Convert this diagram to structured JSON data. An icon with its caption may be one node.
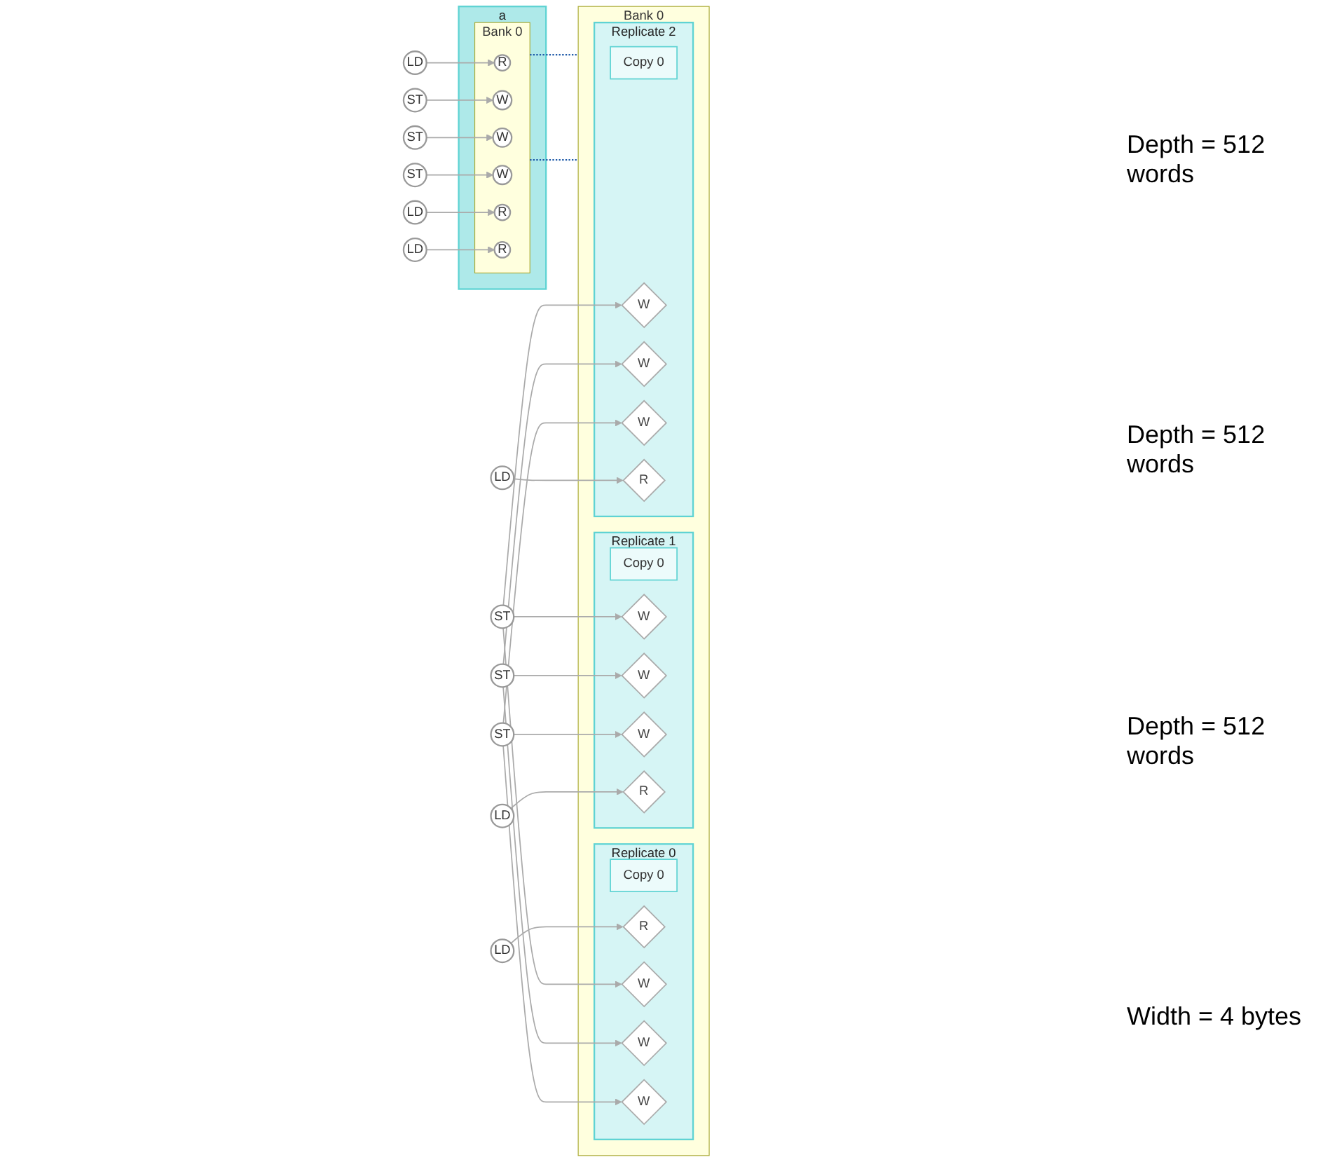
{
  "diagram": {
    "nodes": [
      {
        "text": [
          "a"
        ]
      },
      {
        "text": [
          "Bank 0"
        ],
        "in": 0
      },
      {
        "text": [
          "R"
        ],
        "in": 1
      },
      {
        "text": [
          "W"
        ],
        "in": 1
      },
      {
        "text": [
          "W"
        ],
        "in": 1
      },
      {
        "text": [
          "W"
        ],
        "in": 1
      },
      {
        "text": [
          "R"
        ],
        "in": 1
      },
      {
        "text": [
          "R"
        ],
        "in": 1
      },
      {
        "text": [
          "LD"
        ]
      },
      {
        "text": [
          "ST"
        ]
      },
      {
        "text": [
          "ST"
        ]
      },
      {
        "text": [
          "ST"
        ]
      },
      {
        "text": [
          "LD"
        ]
      },
      {
        "text": [
          "LD"
        ]
      },
      {
        "text": [
          "Bank 0"
        ]
      },
      {
        "text": [
          "Replicate 0"
        ],
        "in": 14
      },
      {
        "text": [
          "Copy 0"
        ],
        "in": 15
      },
      {
        "text": [
          "R"
        ],
        "in": 15
      },
      {
        "text": [
          "W"
        ],
        "in": 15
      },
      {
        "text": [
          "W"
        ],
        "in": 15
      },
      {
        "text": [
          "W"
        ],
        "in": 15
      },
      {
        "text": [
          "Replicate 1"
        ],
        "in": 14
      },
      {
        "text": [
          "Copy 0"
        ],
        "in": 21
      },
      {
        "text": [
          "W"
        ],
        "in": 21
      },
      {
        "text": [
          "W"
        ],
        "in": 21
      },
      {
        "text": [
          "W"
        ],
        "in": 21
      },
      {
        "text": [
          "R"
        ],
        "in": 21
      },
      {
        "text": [
          "Replicate 2"
        ],
        "in": 14
      },
      {
        "text": [
          "Copy 0"
        ],
        "in": 27
      },
      {
        "text": [
          "W"
        ],
        "in": 27
      },
      {
        "text": [
          "W"
        ],
        "in": 27
      },
      {
        "text": [
          "W"
        ],
        "in": 27
      },
      {
        "text": [
          "R"
        ],
        "in": 27
      },
      {
        "text": [
          "LD"
        ]
      },
      {
        "text": [
          "ST"
        ]
      },
      {
        "text": [
          "ST"
        ]
      },
      {
        "text": [
          "ST"
        ]
      },
      {
        "text": [
          "LD"
        ]
      },
      {
        "text": [
          "LD"
        ]
      }
    ],
    "edges": [
      {
        "from": 8,
        "to": 2,
        "arrow": "to"
      },
      {
        "from": 9,
        "to": 3,
        "arrow": "to"
      },
      {
        "from": 10,
        "to": 4,
        "arrow": "to"
      },
      {
        "from": 11,
        "to": 5,
        "arrow": "to"
      },
      {
        "from": 12,
        "to": 6,
        "arrow": "to"
      },
      {
        "from": 13,
        "to": 7,
        "arrow": "to"
      },
      {
        "from": 1,
        "to": 14,
        "arrow": "none",
        "style": "dashed",
        "color": "#1f5aa8"
      },
      {
        "from": 1,
        "to": 14,
        "arrow": "none",
        "style": "dashed",
        "color": "#1f5aa8"
      },
      {
        "from": 33,
        "to": 17,
        "arrow": "to"
      },
      {
        "from": 34,
        "to": 18,
        "arrow": "to"
      },
      {
        "from": 34,
        "to": 23,
        "arrow": "to"
      },
      {
        "from": 34,
        "to": 29,
        "arrow": "to"
      },
      {
        "from": 35,
        "to": 19,
        "arrow": "to"
      },
      {
        "from": 35,
        "to": 24,
        "arrow": "to"
      },
      {
        "from": 35,
        "to": 30,
        "arrow": "to"
      },
      {
        "from": 36,
        "to": 20,
        "arrow": "to"
      },
      {
        "from": 36,
        "to": 25,
        "arrow": "to"
      },
      {
        "from": 36,
        "to": 31,
        "arrow": "to"
      },
      {
        "from": 37,
        "to": 26,
        "arrow": "to"
      },
      {
        "from": 38,
        "to": 32,
        "arrow": "to"
      }
    ],
    "labels": [
      "Depth = 512 words",
      "Depth = 512 words",
      "Depth = 512 words",
      "Width = 4 bytes"
    ]
  }
}
